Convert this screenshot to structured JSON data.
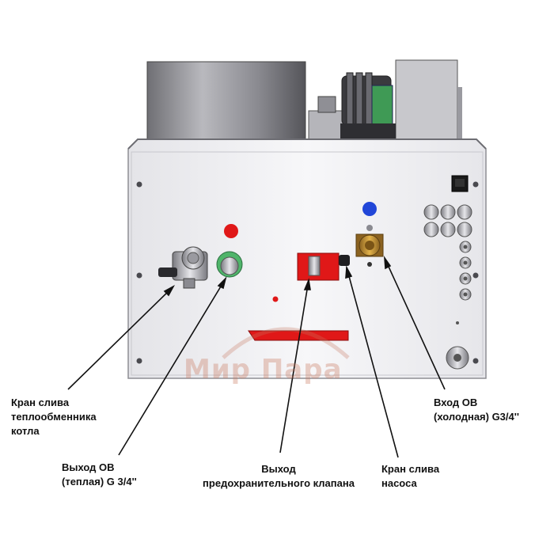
{
  "watermark": {
    "text": "Мир Пара"
  },
  "callouts": [
    {
      "id": "drain-heat-exchanger",
      "lines": [
        "Кран слива",
        "теплообменника",
        "котла"
      ]
    },
    {
      "id": "outlet-warm",
      "lines": [
        "Выход ОВ",
        "(теплая) G 3/4''"
      ]
    },
    {
      "id": "relief-valve-outlet",
      "lines": [
        "Выход",
        "предохранительного клапана"
      ]
    },
    {
      "id": "pump-drain",
      "lines": [
        "Кран слива",
        "насоса"
      ]
    },
    {
      "id": "inlet-cold",
      "lines": [
        "Вход ОВ",
        "(холодная) G3/4''"
      ]
    }
  ],
  "colors": {
    "panel": "#f1f1f3",
    "panel_edge": "#9a9aa0",
    "red_marker": "#e01818",
    "blue_marker": "#2146d8",
    "brass": "#c9962e",
    "green_fitting": "#4fb46a",
    "leader": "#111111"
  }
}
